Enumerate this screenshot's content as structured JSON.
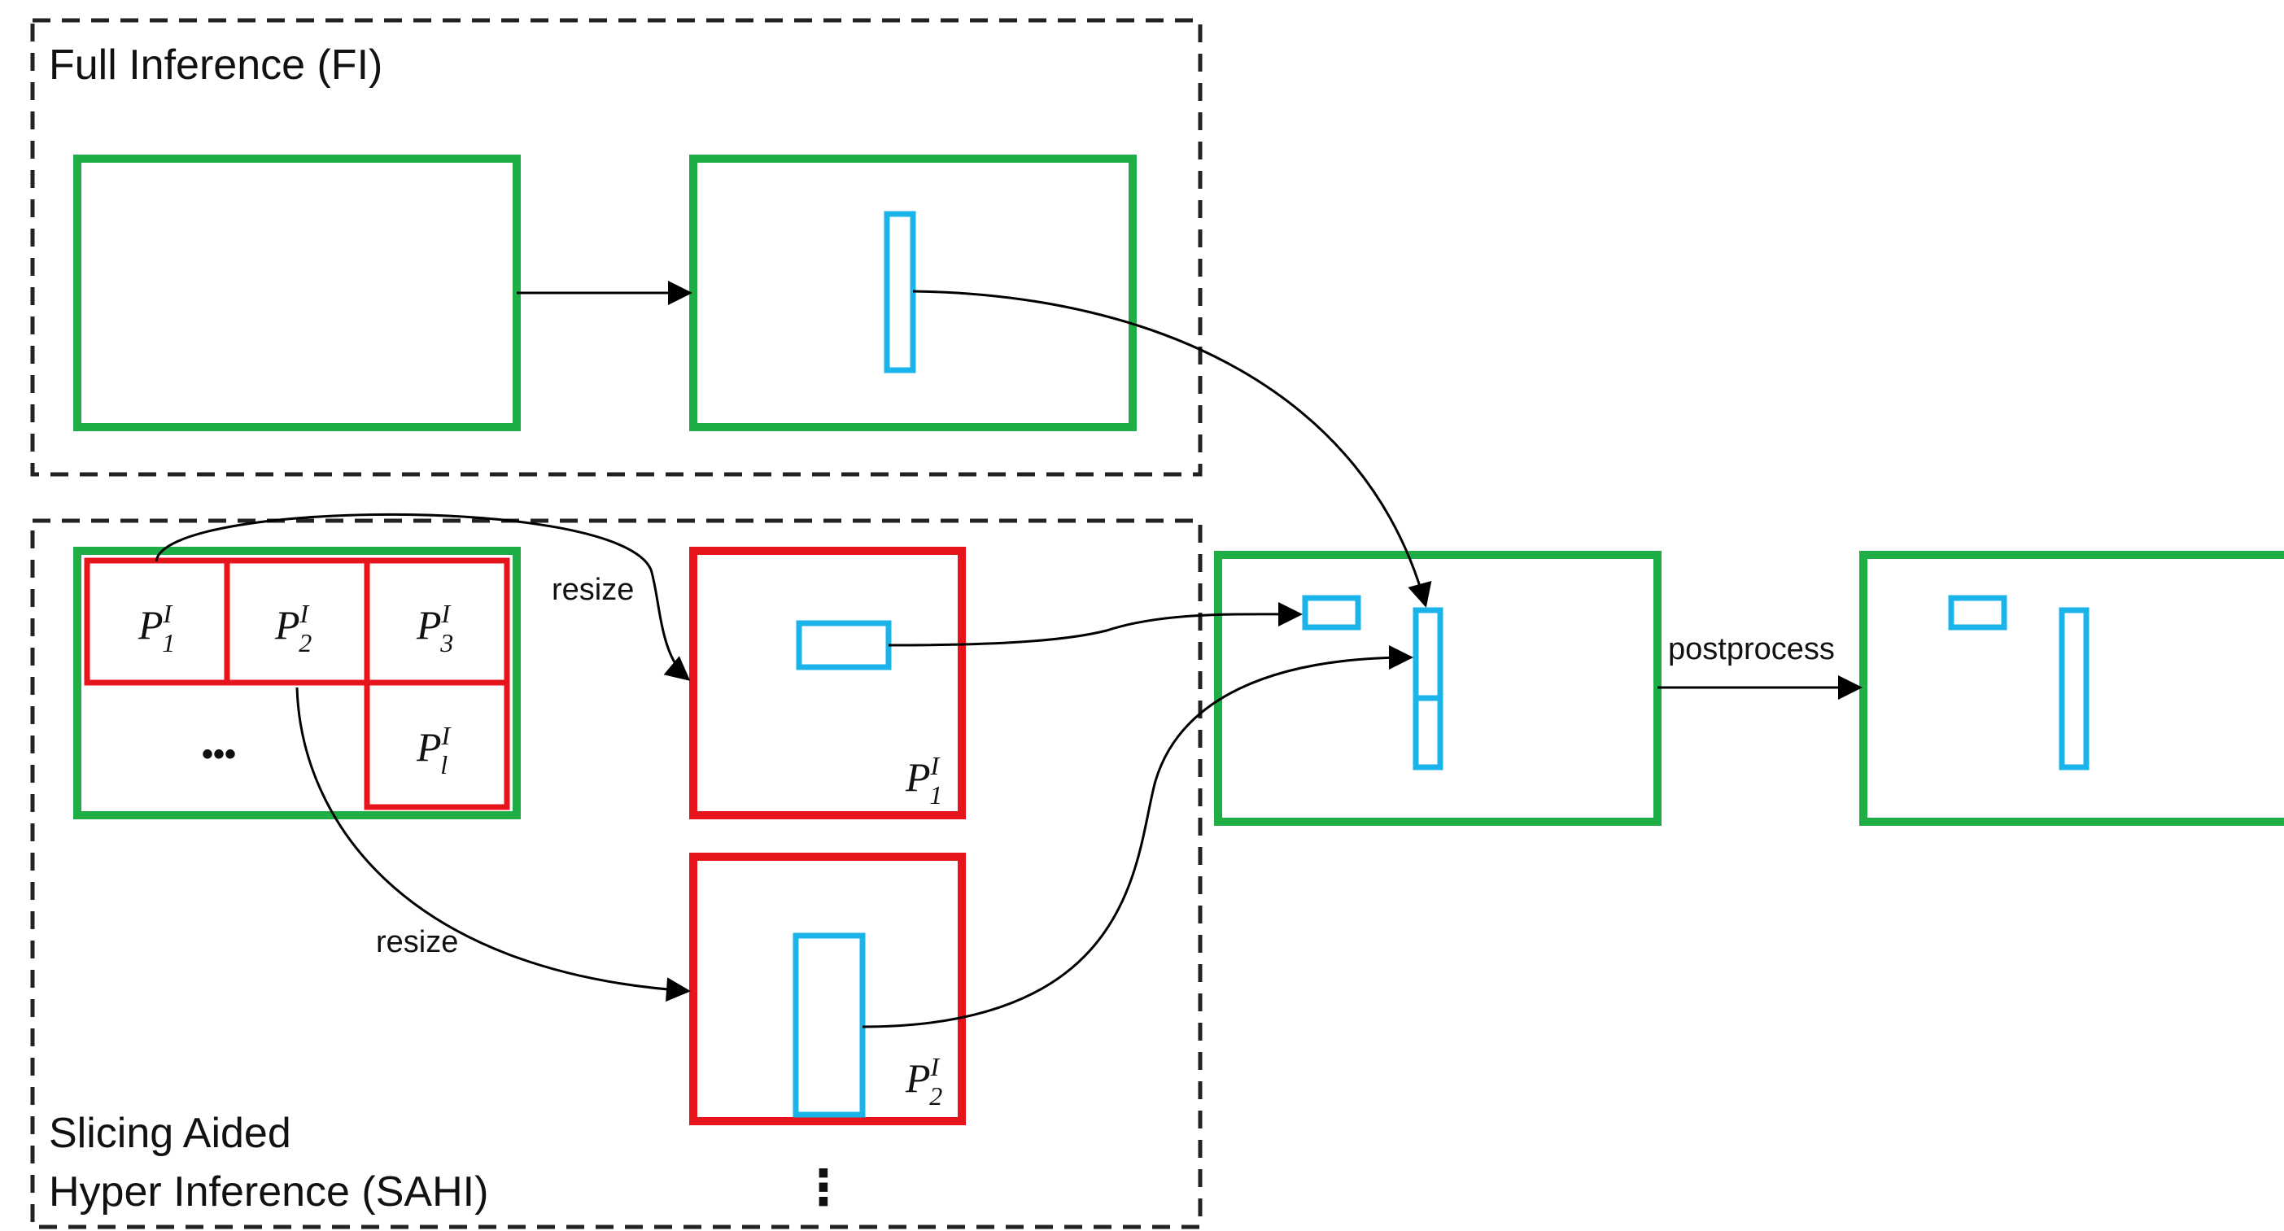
{
  "regions": {
    "fi_title": "Full Inference (FI)",
    "sahi_title_line1": "Slicing Aided",
    "sahi_title_line2": "Hyper Inference (SAHI)"
  },
  "labels": {
    "resize_top": "resize",
    "resize_bottom": "resize",
    "postprocess": "postprocess",
    "grid_ellipsis": "•••",
    "vertical_ellipsis": "⋮"
  },
  "patches": {
    "p1": {
      "base": "P",
      "sup": "I",
      "sub": "1"
    },
    "p2": {
      "base": "P",
      "sup": "I",
      "sub": "2"
    },
    "p3": {
      "base": "P",
      "sup": "I",
      "sub": "3"
    },
    "pl": {
      "base": "P",
      "sup": "I",
      "sub": "l"
    },
    "p1_corner": {
      "base": "P",
      "sup": "I",
      "sub": "1"
    },
    "p2_corner": {
      "base": "P",
      "sup": "I",
      "sub": "2"
    }
  },
  "colors": {
    "image_frame": "#1fad46",
    "patch_frame": "#e8141c",
    "detection_box": "#1ab4ea",
    "stroke": "#000000",
    "dashed_border": "#222222"
  }
}
